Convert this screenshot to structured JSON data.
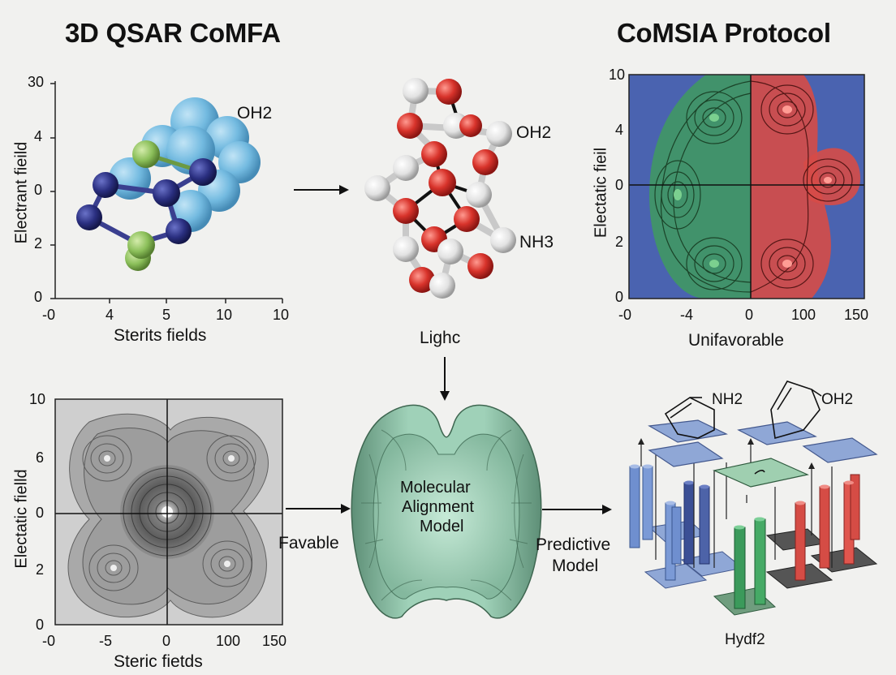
{
  "titles": {
    "left": "3D QSAR CoMFA",
    "right": "CoMSIA Protocol"
  },
  "panel_tl": {
    "ylabel": "Electrant fieild",
    "xlabel": "Sterits fields",
    "yticks": [
      "30",
      "4",
      "0",
      "2",
      "0"
    ],
    "xticks": [
      "-0",
      "4",
      "5",
      "10",
      "10"
    ],
    "annotation": "OH2"
  },
  "molecule_center": {
    "label_top": "OH2",
    "label_bottom": "NH3",
    "below_label": "Lighc"
  },
  "panel_tr": {
    "ylabel": "Electatic fieil",
    "xlabel": "Unifavorable",
    "yticks": [
      "10",
      "4",
      "0",
      "2",
      "0"
    ],
    "xticks": [
      "-0",
      "-4",
      "0",
      "100",
      "150"
    ],
    "colors": {
      "background": "#4a63b0",
      "favorable": "#3f9a5f",
      "unfavorable": "#d64b47"
    }
  },
  "panel_bl": {
    "ylabel": "Electatic fielld",
    "xlabel": "Steric fietds",
    "yticks": [
      "10",
      "6",
      "0",
      "2",
      "0"
    ],
    "xticks": [
      "-0",
      "-5",
      "0",
      "100",
      "150"
    ]
  },
  "center_model": {
    "line1": "Molecular",
    "line2": "Alignment",
    "line3": "Model",
    "left_label": "Favable",
    "right_label_1": "Predictive",
    "right_label_2": "Model"
  },
  "right_model": {
    "label_nh": "NH2",
    "label_oh": "OH2",
    "caption": "Hydf2"
  }
}
